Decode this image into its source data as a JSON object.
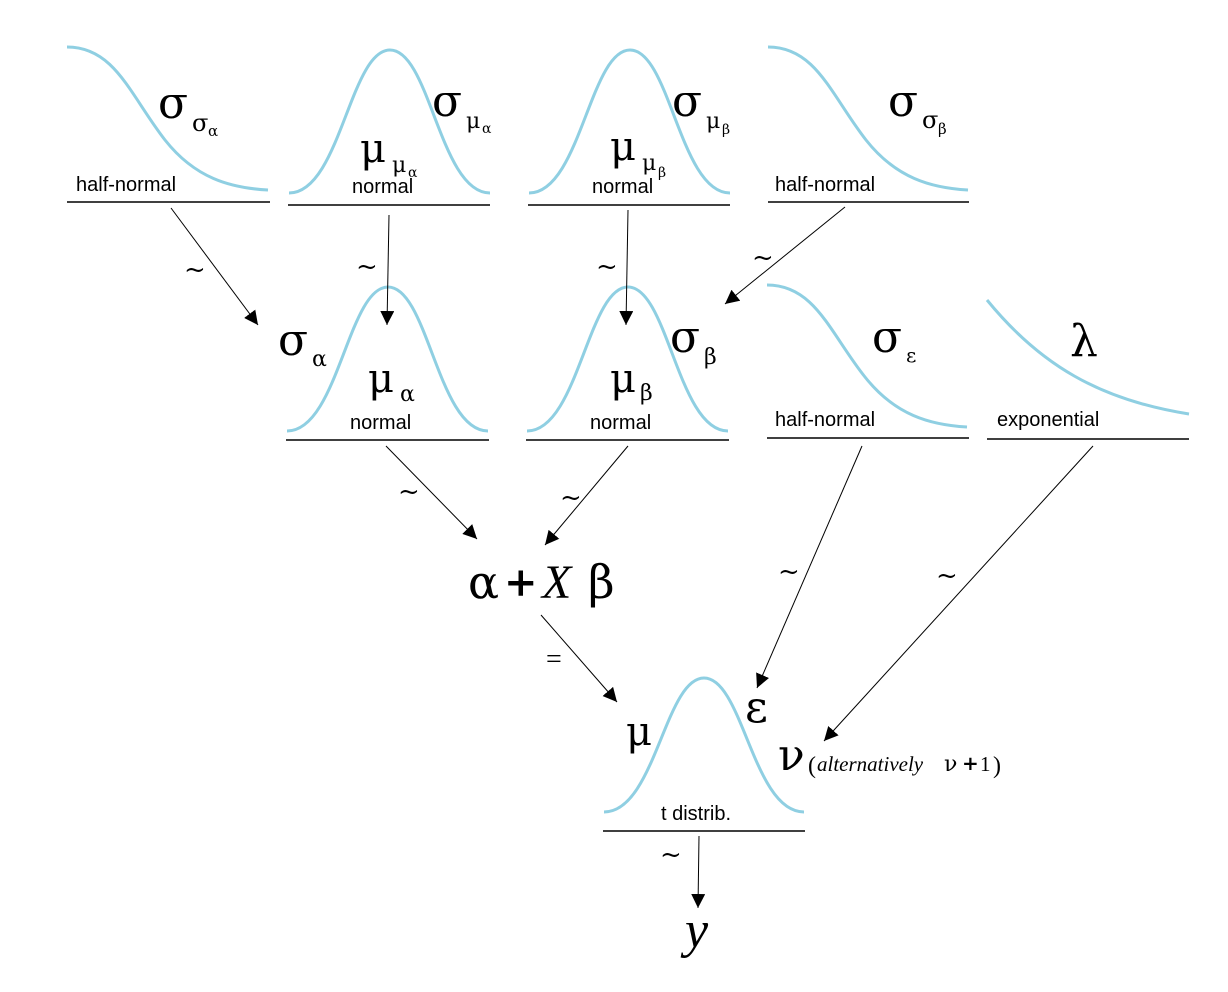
{
  "dist_labels": {
    "half_normal": "half-normal",
    "normal": "normal",
    "exponential": "exponential",
    "t_distrib": "t distrib."
  },
  "symbols": {
    "sigma": "σ",
    "mu": "μ",
    "alpha": "α",
    "beta": "β",
    "epsilon": "ε",
    "lambda": "λ",
    "nu": "ν",
    "X": "X",
    "y": "y",
    "plus": "+",
    "one": "1"
  },
  "relations": {
    "tilde": "~",
    "equals": "="
  },
  "nu_note": {
    "open_paren": "(",
    "word": "alternatively",
    "close_paren": ")"
  },
  "colors": {
    "curve": "#8fcfe2",
    "line": "#000000"
  }
}
